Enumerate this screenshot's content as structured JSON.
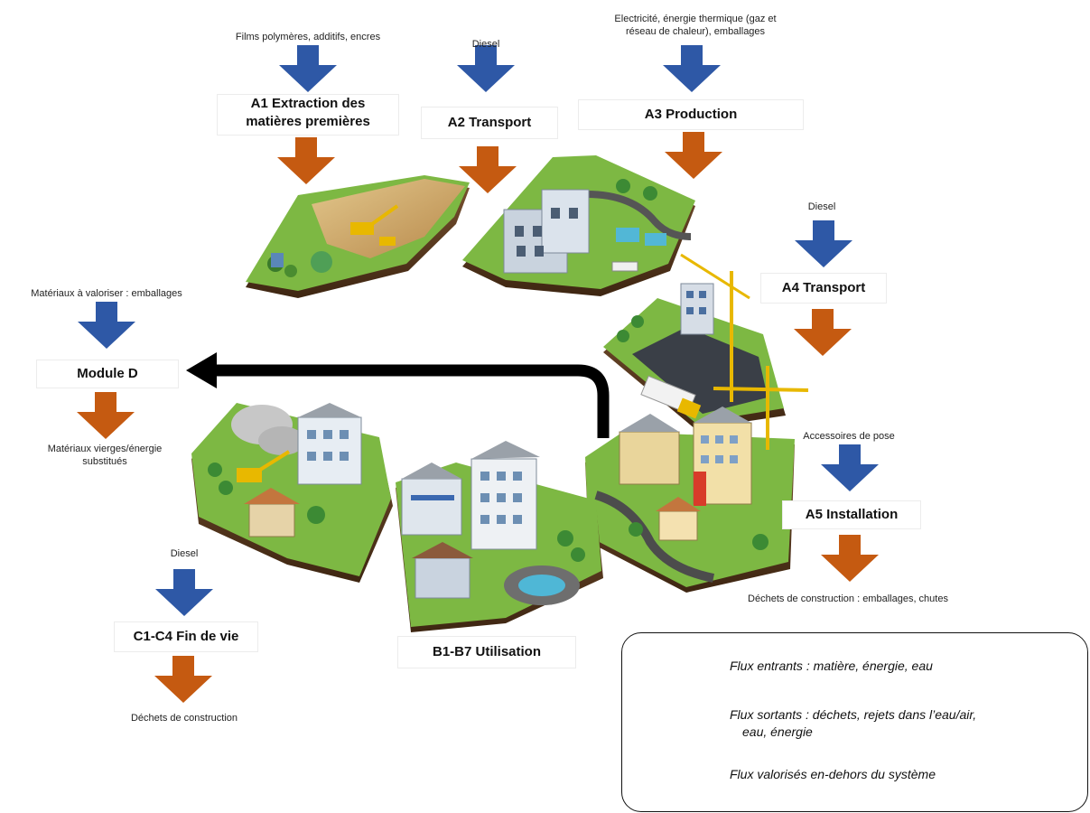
{
  "inputs": {
    "a1": "Films polymères, additifs, encres",
    "a2": "Diesel",
    "a3_line1": "Electricité, énergie thermique (gaz et",
    "a3_line2": "réseau de chaleur), emballages",
    "a4": "Diesel",
    "a5": "Accessoires de pose",
    "d": "Matériaux à valoriser : emballages",
    "c": "Diesel"
  },
  "stages": {
    "a1_line1": "A1 Extraction des",
    "a1_line2": "matières premières",
    "a2": "A2 Transport",
    "a3": "A3 Production",
    "a4": "A4 Transport",
    "a5": "A5 Installation",
    "d": "Module D",
    "c": "C1-C4 Fin de vie",
    "b": "B1-B7 Utilisation"
  },
  "outputs": {
    "a5": "Déchets de construction : emballages, chutes",
    "d_line1": "Matériaux vierges/énergie",
    "d_line2": "substitués",
    "c": "Déchets de construction"
  },
  "legend": {
    "in": "Flux entrants : matière, énergie, eau",
    "out_line1": "Flux sortants : déchets, rejets dans l’eau/air,",
    "out_line2": "eau, énergie",
    "valorised": "Flux valorisés en-dehors du système"
  },
  "colors": {
    "in_arrow": "#2E58A6",
    "out_arrow": "#C55A11",
    "valorised_arrow": "#000000",
    "grass": "#7DB843",
    "soil": "#5B3A1E"
  },
  "icons": {
    "scene_a1": "quarry-excavator-illustration",
    "scene_a3": "factory-illustration",
    "scene_a4": "truck-crane-site-illustration",
    "scene_a5": "building-construction-illustration",
    "scene_b": "buildings-in-use-illustration",
    "scene_c": "demolition-illustration"
  }
}
